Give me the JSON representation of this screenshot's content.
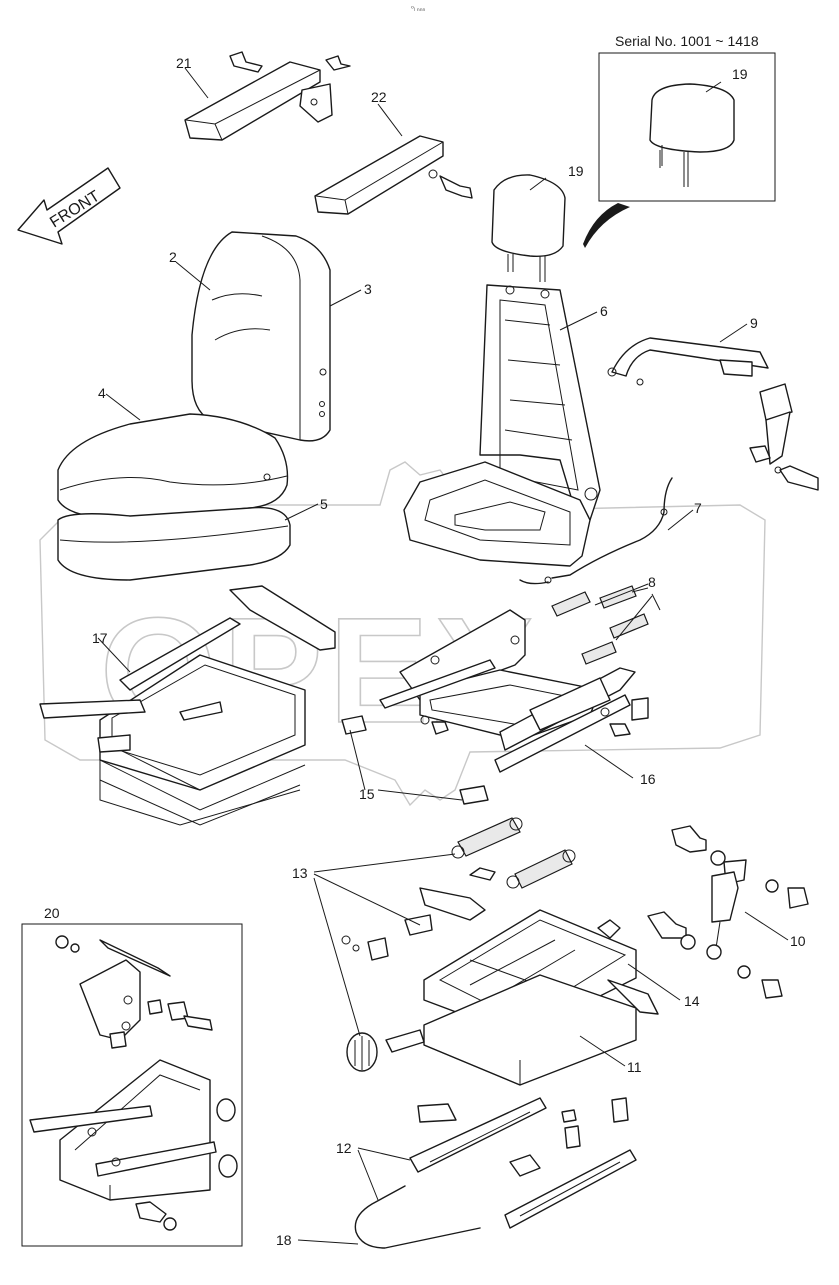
{
  "page": {
    "top_mark": "⁰ₗ ₙₙₙ"
  },
  "inset_top": {
    "caption": "Serial No. 1001 ~ 1418"
  },
  "front_arrow": {
    "label": "FRONT"
  },
  "watermark": {
    "text": "OPEX"
  },
  "callouts": [
    {
      "id": "21"
    },
    {
      "id": "22"
    },
    {
      "id": "19"
    },
    {
      "id": "19"
    },
    {
      "id": "2"
    },
    {
      "id": "3"
    },
    {
      "id": "6"
    },
    {
      "id": "9"
    },
    {
      "id": "4"
    },
    {
      "id": "5"
    },
    {
      "id": "7"
    },
    {
      "id": "8"
    },
    {
      "id": "17"
    },
    {
      "id": "15"
    },
    {
      "id": "16"
    },
    {
      "id": "13"
    },
    {
      "id": "10"
    },
    {
      "id": "20"
    },
    {
      "id": "14"
    },
    {
      "id": "11"
    },
    {
      "id": "12"
    },
    {
      "id": "18"
    }
  ]
}
